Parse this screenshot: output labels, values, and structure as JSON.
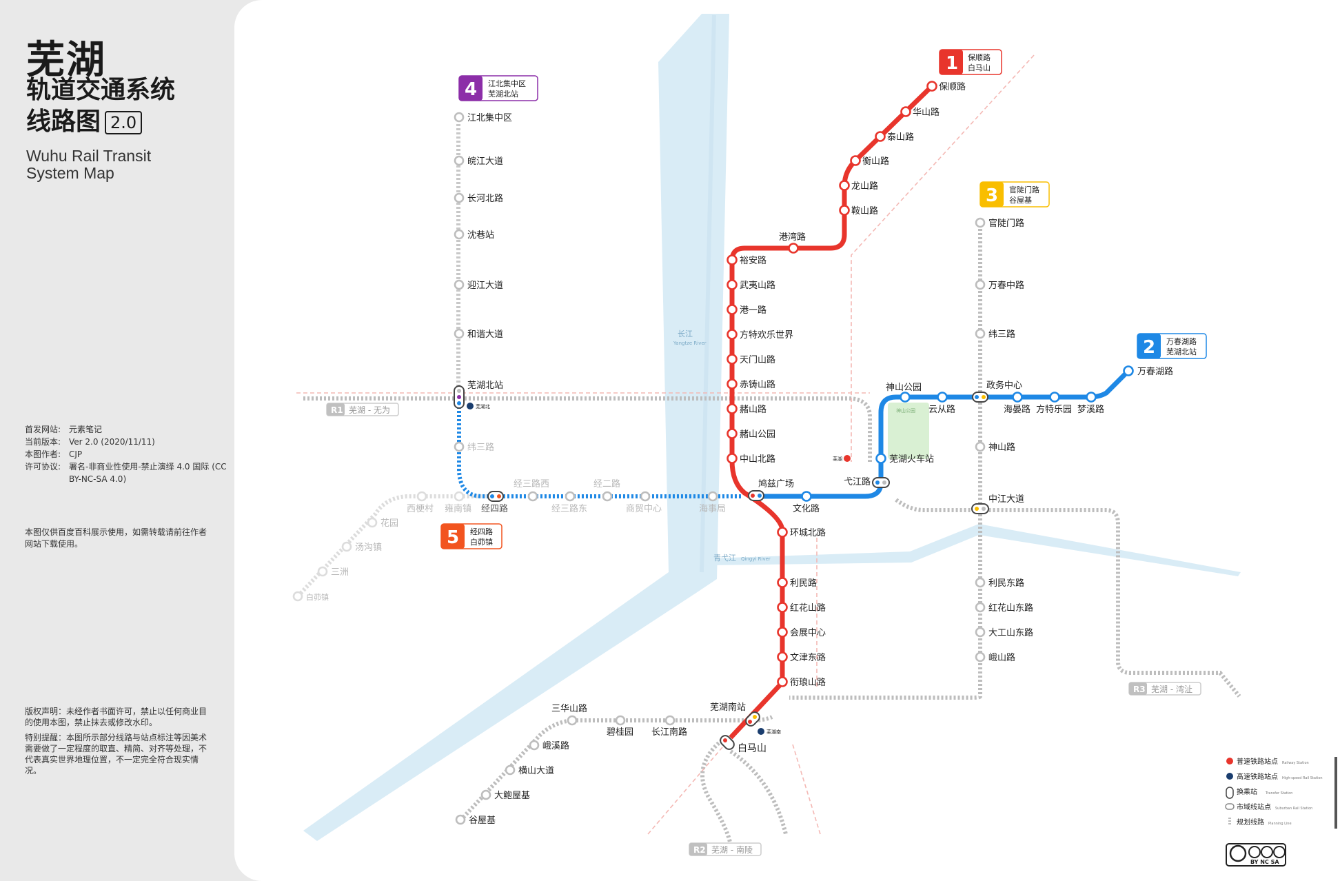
{
  "header": {
    "title_cn": "芜湖",
    "subtitle_cn": "轨道交通系统",
    "subtitle_cn2": "线路图",
    "version_badge": "2.0",
    "title_en_1": "Wuhu Rail Transit",
    "title_en_2": "System Map"
  },
  "meta": [
    {
      "key": "首发网站:",
      "value": "元素笔记"
    },
    {
      "key": "当前版本:",
      "value": "Ver 2.0 (2020/11/11)"
    },
    {
      "key": "本图作者:",
      "value": "CJP"
    },
    {
      "key": "许可协议:",
      "value": "署名-非商业性使用-禁止演绎 4.0 国际 (CC BY-NC-SA 4.0)"
    }
  ],
  "usage_note": "本图仅供百度百科展示使用，如需转载请前往作者网站下载使用。",
  "copyright": "版权声明：未经作者书面许可，禁止以任何商业目的使用本图，禁止抹去或修改水印。",
  "special_note": "特别提醒：本图所示部分线路与站点标注等因美术需要做了一定程度的取直、精简、对齐等处理，不代表真实世界地理位置，不一定完全符合现实情况。",
  "colors": {
    "line1": "#e8352c",
    "line2": "#1e88e5",
    "line3": "#f9be00",
    "line4": "#8c2ea8",
    "line5": "#f2541f",
    "planned": "#bdbdbd",
    "river": "#d9ecf6",
    "park": "#d9f0d3"
  },
  "lines": [
    {
      "num": "1",
      "label_1": "保顺路",
      "label_2": "白马山",
      "color": "#e8352c"
    },
    {
      "num": "2",
      "label_1": "万春湖路",
      "label_2": "芜湖北站",
      "color": "#1e88e5"
    },
    {
      "num": "3",
      "label_1": "官陡门路",
      "label_2": "谷屋基",
      "color": "#f9be00"
    },
    {
      "num": "4",
      "label_1": "江北集中区",
      "label_2": "芜湖北站",
      "color": "#8c2ea8"
    },
    {
      "num": "5",
      "label_1": "经四路",
      "label_2": "白茆镇",
      "color": "#f2541f"
    }
  ],
  "suburban": [
    {
      "code": "R1",
      "label": "芜湖 - 无为"
    },
    {
      "code": "R2",
      "label": "芜湖 - 南陵"
    },
    {
      "code": "R3",
      "label": "芜湖 - 湾沚"
    }
  ],
  "rivers": {
    "yangtze_cn": "长江",
    "yangtze_en": "Yangtze River",
    "qingyi_cn": "青弋江",
    "qingyi_en": "Qingyi River",
    "park": "神山公园"
  },
  "line1_stations": [
    "保顺路",
    "华山路",
    "泰山路",
    "衡山路",
    "龙山路",
    "鞍山路",
    "港湾路",
    "裕安路",
    "武夷山路",
    "港一路",
    "方特欢乐世界",
    "天门山路",
    "赤铸山路",
    "赭山路",
    "赭山公园",
    "中山北路",
    "鸠兹广场",
    "环城北路",
    "利民路",
    "红花山路",
    "会展中心",
    "文津东路",
    "衔琅山路",
    "芜湖南站",
    "白马山"
  ],
  "line2_stations": [
    "万春湖路",
    "梦溪路",
    "方特乐园",
    "海晏路",
    "政务中心",
    "云从路",
    "神山公园",
    "芜湖火车站",
    "弋江路",
    "文化路",
    "鸠兹广场"
  ],
  "line2_planned": [
    "海事局",
    "商贸中心",
    "经三路东",
    "经二路",
    "经三路西",
    "经四路",
    "纬三路"
  ],
  "line3_stations": [
    "官陡门路",
    "万春中路",
    "纬三路",
    "神山路",
    "中江大道",
    "利民东路",
    "红花山东路",
    "大工山东路",
    "峨山路"
  ],
  "line4_stations": [
    "江北集中区",
    "皖江大道",
    "长河北路",
    "沈巷站",
    "迎江大道",
    "和谐大道",
    "芜湖北站"
  ],
  "line5_faded": [
    "西梗村",
    "雍南镇",
    "花园",
    "汤沟镇",
    "三洲",
    "白茆镇"
  ],
  "south_stations": [
    "三华山路",
    "碧桂园",
    "长江南路",
    "峨溪路",
    "横山大道",
    "大鲍屋基",
    "谷屋基"
  ],
  "station_markers": {
    "wuhu_north_hsr": "芜湖北",
    "wuhu_south_hsr": "芜湖南",
    "wuhu_rail": "芜湖"
  },
  "legend": [
    {
      "label": "普速铁路站点",
      "en": "Railway Station"
    },
    {
      "label": "高速铁路站点",
      "en": "High-speed Rail Station"
    },
    {
      "label": "换乘站",
      "en": "Transfer Station"
    },
    {
      "label": "市域线站点",
      "en": "Suburban Rail Station"
    },
    {
      "label": "规划线路",
      "en": "Planning Line"
    }
  ],
  "cc_license": "BY NC SA"
}
